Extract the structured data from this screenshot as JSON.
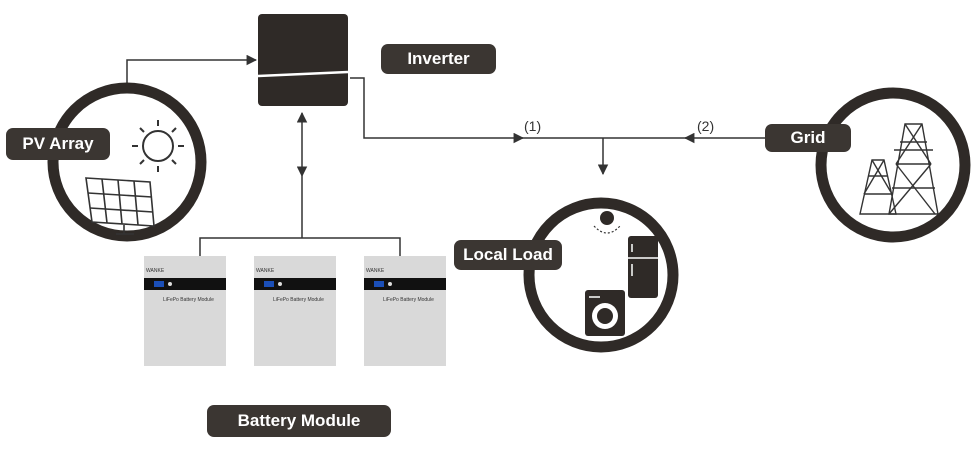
{
  "labels": {
    "inverter": "Inverter",
    "pv_array": "PV Array",
    "grid": "Grid",
    "local_load": "Local Load",
    "battery_module": "Battery Module"
  },
  "flow_markers": {
    "path_1": "(1)",
    "path_2": "(2)"
  },
  "battery": {
    "brand": "WANKE",
    "module_text": "LiFePo Battery Module",
    "count": 3
  },
  "colors": {
    "dark": "#3b3632",
    "line": "#333333",
    "battery_body": "#d9d9d9",
    "battery_band": "#111111",
    "display": "#1b4fb8"
  },
  "icons": [
    "sun-icon",
    "solar-panel-icon",
    "transmission-tower-icon",
    "lightbulb-icon",
    "refrigerator-icon",
    "washing-machine-icon"
  ]
}
